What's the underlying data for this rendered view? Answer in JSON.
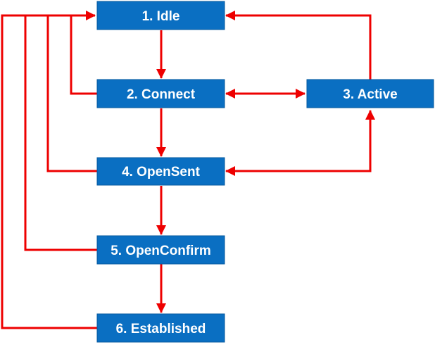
{
  "colors": {
    "box_fill": "#0a6fc2",
    "box_stroke": "#06589f",
    "box_text": "#ffffff",
    "arrow": "#ee0000",
    "background": "#ffffff"
  },
  "states": {
    "idle": {
      "label": "1. Idle"
    },
    "connect": {
      "label": "2. Connect"
    },
    "active": {
      "label": "3. Active"
    },
    "opensent": {
      "label": "4. OpenSent"
    },
    "openconfirm": {
      "label": "5. OpenConfirm"
    },
    "established": {
      "label": "6. Established"
    }
  },
  "transitions": [
    {
      "from": "idle",
      "to": "connect"
    },
    {
      "from": "connect",
      "to": "active"
    },
    {
      "from": "active",
      "to": "connect"
    },
    {
      "from": "active",
      "to": "idle"
    },
    {
      "from": "connect",
      "to": "opensent"
    },
    {
      "from": "active",
      "to": "opensent"
    },
    {
      "from": "opensent",
      "to": "active"
    },
    {
      "from": "opensent",
      "to": "openconfirm"
    },
    {
      "from": "openconfirm",
      "to": "established"
    },
    {
      "from": "connect",
      "to": "idle"
    },
    {
      "from": "opensent",
      "to": "idle"
    },
    {
      "from": "openconfirm",
      "to": "idle"
    },
    {
      "from": "established",
      "to": "idle"
    }
  ]
}
